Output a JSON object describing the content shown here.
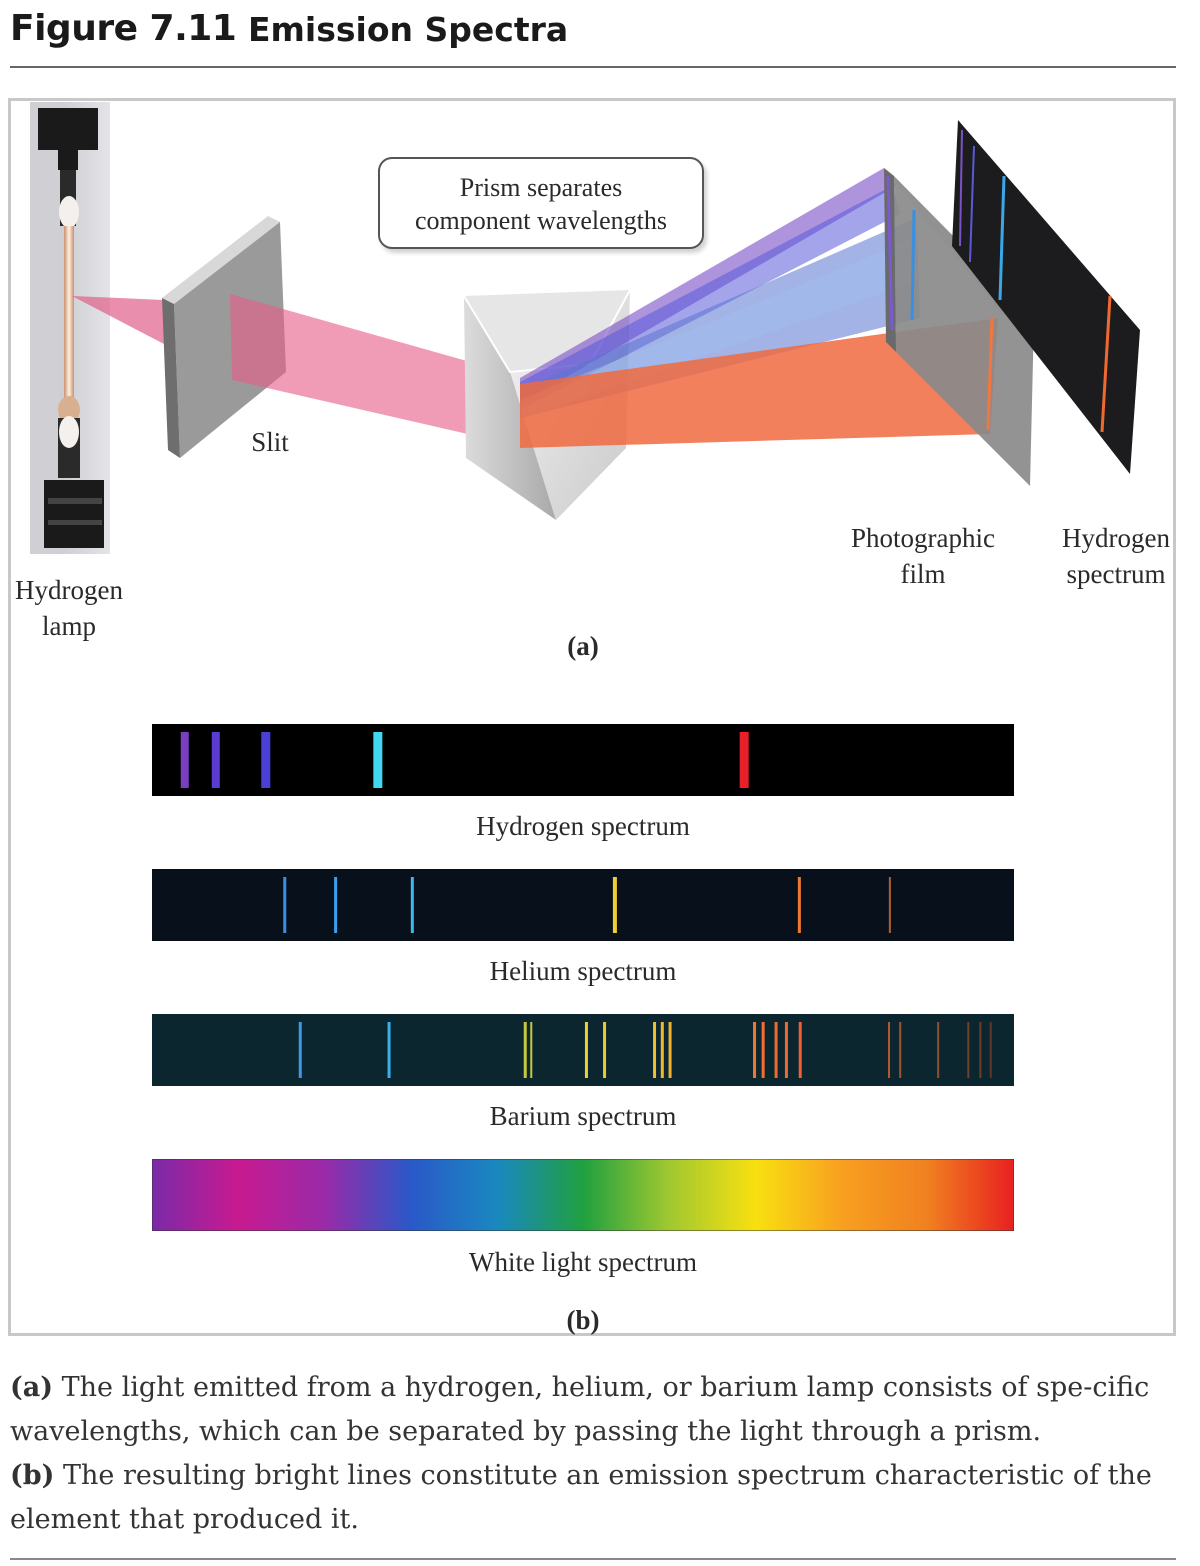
{
  "figure": {
    "number": "Figure 7.11",
    "title": "Emission Spectra"
  },
  "part_a": {
    "callout": [
      "Prism separates",
      "component wavelengths"
    ],
    "labels": {
      "lamp": [
        "Hydrogen",
        "lamp"
      ],
      "slit": "Slit",
      "film": [
        "Photographic",
        "film"
      ],
      "spectrum": [
        "Hydrogen",
        "spectrum"
      ]
    },
    "tag": "(a)"
  },
  "part_b": {
    "tag": "(b)",
    "spectra": [
      {
        "label": "Hydrogen spectrum",
        "background": "#000000",
        "lines": [
          {
            "pos": 0.038,
            "color": "#7a3fc0",
            "w": 8
          },
          {
            "pos": 0.074,
            "color": "#5a3dd0",
            "w": 8
          },
          {
            "pos": 0.132,
            "color": "#4a40d8",
            "w": 9
          },
          {
            "pos": 0.262,
            "color": "#40d8f0",
            "w": 9
          },
          {
            "pos": 0.687,
            "color": "#e8202a",
            "w": 9
          }
        ]
      },
      {
        "label": "Helium spectrum",
        "background": "#08101c",
        "lines": [
          {
            "pos": 0.154,
            "color": "#3a8ee8",
            "w": 3
          },
          {
            "pos": 0.213,
            "color": "#3aa0f0",
            "w": 3
          },
          {
            "pos": 0.302,
            "color": "#3ab8f0",
            "w": 3
          },
          {
            "pos": 0.537,
            "color": "#f0d030",
            "w": 4
          },
          {
            "pos": 0.751,
            "color": "#f07830",
            "w": 3
          },
          {
            "pos": 0.856,
            "color": "#b06030",
            "w": 2
          }
        ]
      },
      {
        "label": "Barium spectrum",
        "background": "#0c2630",
        "lines": [
          {
            "pos": 0.172,
            "color": "#3a9ae8",
            "w": 3
          },
          {
            "pos": 0.275,
            "color": "#3ab0e8",
            "w": 3
          },
          {
            "pos": 0.433,
            "color": "#c8c840",
            "w": 3
          },
          {
            "pos": 0.44,
            "color": "#c8c840",
            "w": 2
          },
          {
            "pos": 0.504,
            "color": "#f0d030",
            "w": 3
          },
          {
            "pos": 0.525,
            "color": "#f0c830",
            "w": 3
          },
          {
            "pos": 0.583,
            "color": "#f0c030",
            "w": 3
          },
          {
            "pos": 0.592,
            "color": "#f0b830",
            "w": 3
          },
          {
            "pos": 0.601,
            "color": "#f0b030",
            "w": 3
          },
          {
            "pos": 0.699,
            "color": "#f07830",
            "w": 3
          },
          {
            "pos": 0.709,
            "color": "#f07030",
            "w": 3
          },
          {
            "pos": 0.724,
            "color": "#f06a30",
            "w": 3
          },
          {
            "pos": 0.736,
            "color": "#f06a30",
            "w": 3
          },
          {
            "pos": 0.752,
            "color": "#f06030",
            "w": 3
          },
          {
            "pos": 0.855,
            "color": "#b05a30",
            "w": 2
          },
          {
            "pos": 0.868,
            "color": "#a05530",
            "w": 2
          },
          {
            "pos": 0.912,
            "color": "#905030",
            "w": 2
          },
          {
            "pos": 0.947,
            "color": "#704028",
            "w": 2
          },
          {
            "pos": 0.961,
            "color": "#703c28",
            "w": 2
          },
          {
            "pos": 0.973,
            "color": "#603828",
            "w": 2
          }
        ]
      },
      {
        "label": "White light spectrum",
        "gradient": [
          "#7a2aa8",
          "#c81a90",
          "#9a2aa8",
          "#2a58c8",
          "#1a88c0",
          "#20a040",
          "#a0c830",
          "#f8e010",
          "#f8a020",
          "#f08020",
          "#e82020"
        ],
        "lines": []
      }
    ]
  },
  "caption": {
    "a_tag": "(a)",
    "a_text": "The light emitted from a hydrogen, helium, or barium lamp consists of spe-cific wavelengths, which can be separated by passing the light through a prism.",
    "b_tag": "(b)",
    "b_text": "The resulting bright lines constitute an emission spectrum characteristic of the element that produced it."
  }
}
